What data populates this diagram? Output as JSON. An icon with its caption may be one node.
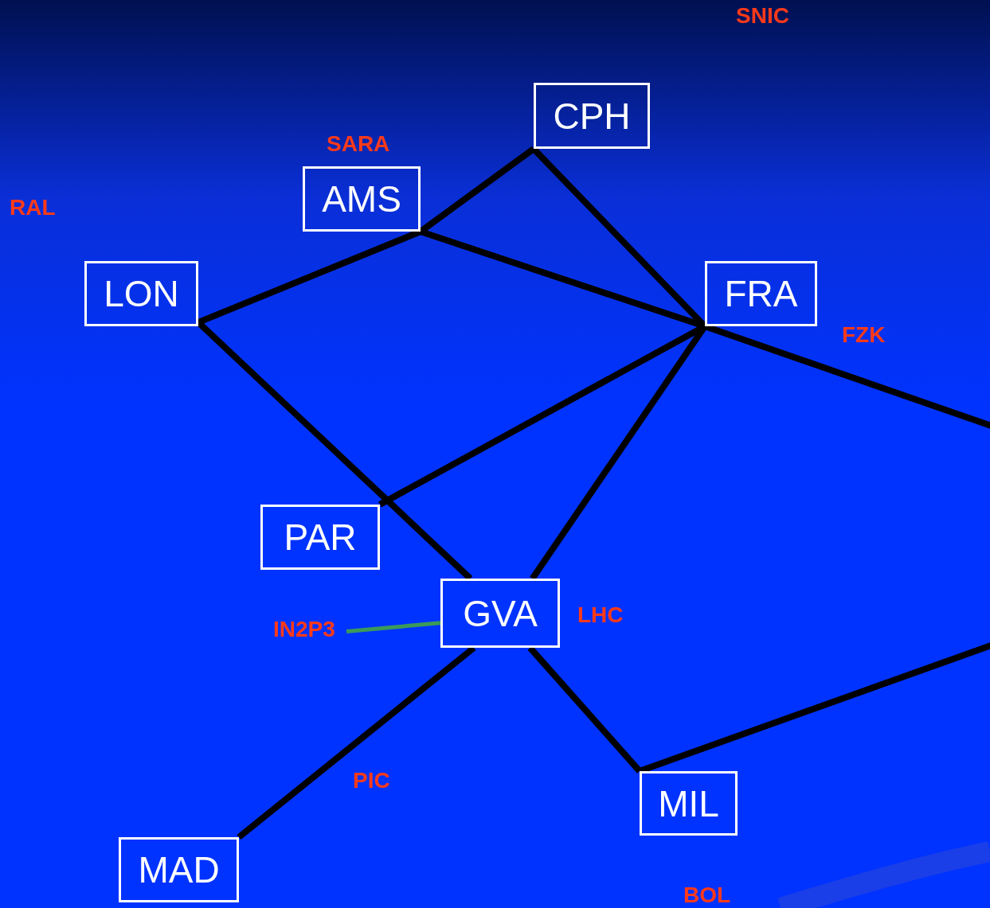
{
  "diagram": {
    "nodes": [
      {
        "text": [
          "CPH"
        ]
      },
      {
        "text": [
          "AMS"
        ],
        "beside": [
          "SARA"
        ]
      },
      {
        "text": [
          "LON"
        ]
      },
      {
        "text": [
          "FRA"
        ]
      },
      {
        "text": [
          "PAR"
        ]
      },
      {
        "text": [
          "GVA"
        ],
        "beside": [
          "LHC"
        ]
      },
      {
        "text": [
          "IN2P3"
        ]
      },
      {
        "text": [
          "MIL"
        ]
      },
      {
        "text": [
          "MAD"
        ]
      }
    ],
    "edges": [
      {
        "from": 0,
        "to": 1,
        "arrow": "none"
      },
      {
        "from": 1,
        "to": 2,
        "arrow": "none"
      },
      {
        "from": 1,
        "to": 3,
        "arrow": "none"
      },
      {
        "from": 0,
        "to": 3,
        "arrow": "none"
      },
      {
        "from": 2,
        "to": 5,
        "arrow": "none"
      },
      {
        "from": 4,
        "to": 3,
        "arrow": "none"
      },
      {
        "from": 5,
        "to": 3,
        "arrow": "none"
      },
      {
        "from": 5,
        "to": 8,
        "arrow": "none"
      },
      {
        "from": 5,
        "to": 7,
        "arrow": "none"
      },
      {
        "from": 7,
        "to": null,
        "arrow": "none"
      },
      {
        "from": 3,
        "to": null,
        "arrow": "none"
      },
      {
        "from": 6,
        "to": 5,
        "arrow": "none",
        "color": "#3a9a5a"
      }
    ],
    "labels": [
      "SNIC",
      "RAL",
      "FZK",
      "PIC",
      "BOL"
    ]
  }
}
